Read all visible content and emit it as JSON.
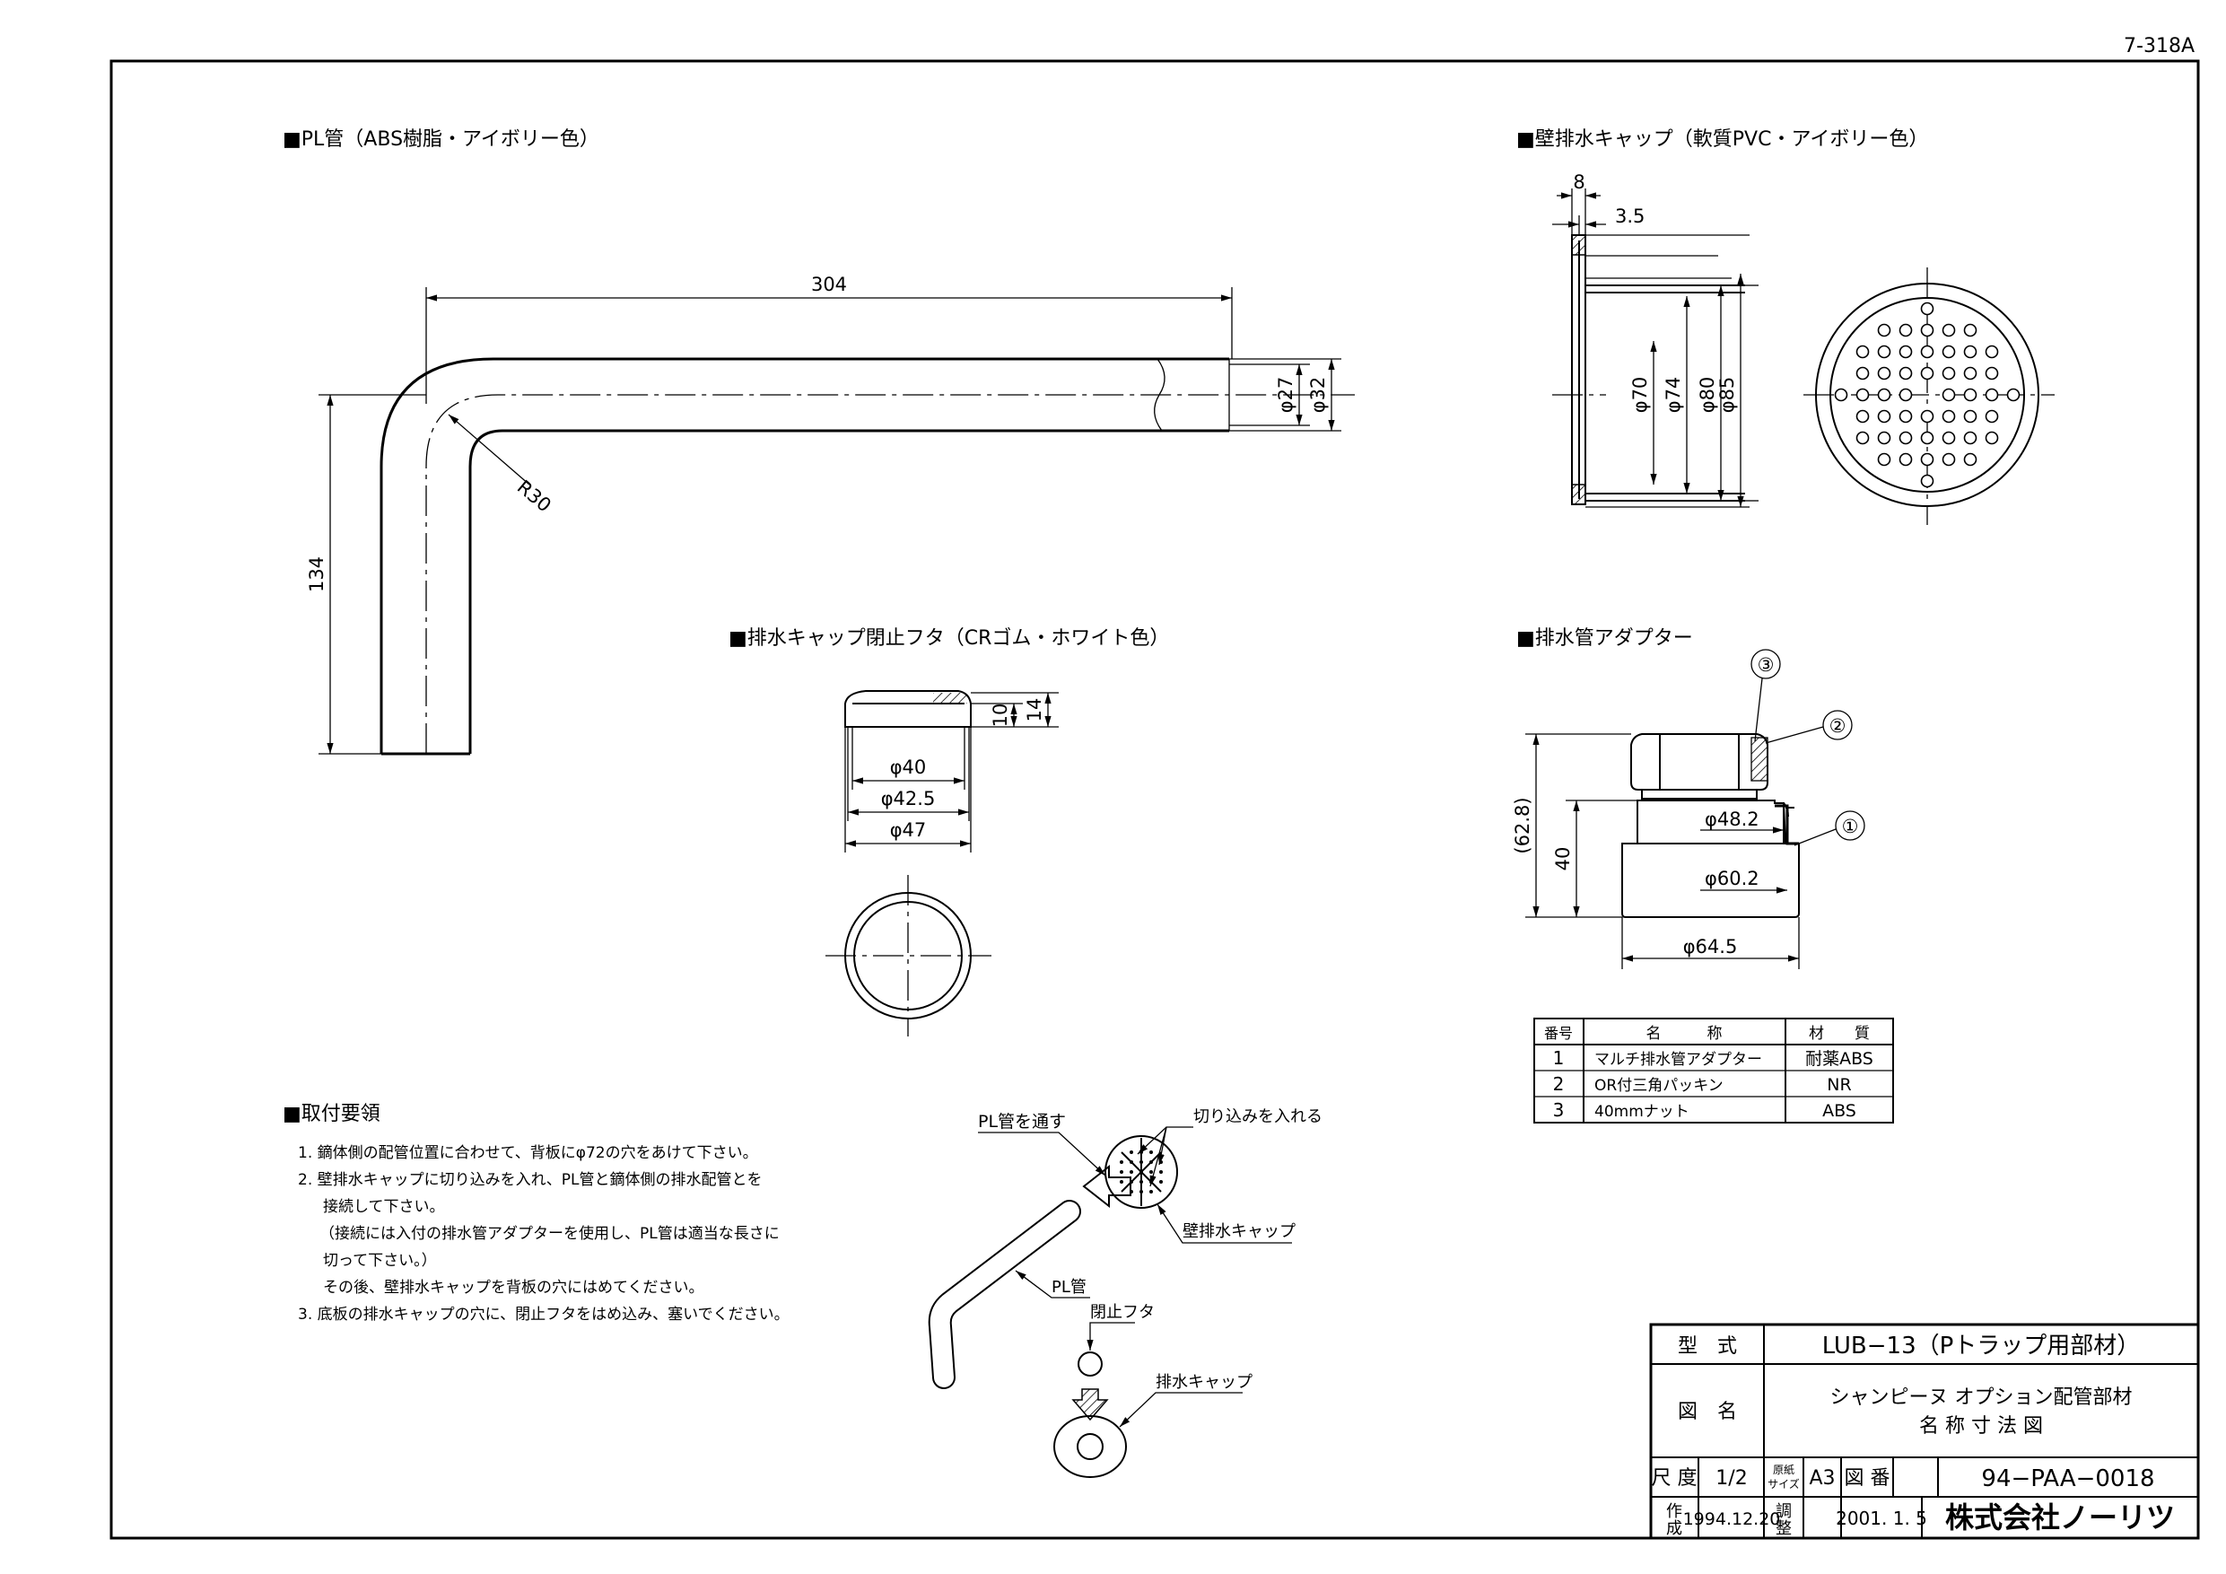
{
  "sheet_code": "7-318A",
  "sections": {
    "pl_pipe": {
      "title": "■PL管（ABS樹脂・アイボリー色）",
      "dims": {
        "length": "304",
        "height": "134",
        "radius": "R30",
        "inner_dia": "φ27",
        "outer_dia": "φ32"
      }
    },
    "wall_cap": {
      "title": "■壁排水キャップ（軟質PVC・アイボリー色）",
      "dims": {
        "flange": "8",
        "wall": "3.5",
        "d1": "φ70",
        "d2": "φ74",
        "d3": "φ80",
        "d4": "φ85"
      }
    },
    "lid": {
      "title": "■排水キャップ閉止フタ（CRゴム・ホワイト色）",
      "dims": {
        "h1": "10",
        "h2": "14",
        "d1": "φ40",
        "d2": "φ42.5",
        "d3": "φ47"
      }
    },
    "adapter": {
      "title": "■排水管アダプター",
      "dims": {
        "total": "(62.8)",
        "lower": "40",
        "d1": "φ48.2",
        "d2": "φ60.2",
        "d3": "φ64.5"
      },
      "balloons": [
        "③",
        "②",
        "①"
      ]
    }
  },
  "parts_table": {
    "headers": [
      "番号",
      "名　　　称",
      "材　　質"
    ],
    "rows": [
      [
        "1",
        "マルチ排水管アダプター",
        "耐薬ABS"
      ],
      [
        "2",
        "OR付三角パッキン",
        "NR"
      ],
      [
        "3",
        "40mmナット",
        "ABS"
      ]
    ]
  },
  "install": {
    "title": "■取付要領",
    "steps": [
      "1. 鏑体側の配管位置に合わせて、背板にφ72の穴をあけて下さい。",
      "2. 壁排水キャップに切り込みを入れ、PL管と鏑体側の排水配管とを",
      "接続して下さい。",
      "（接続には入付の排水管アダプターを使用し、PL管は適当な長さに",
      "切って下さい。）",
      "その後、壁排水キャップを背板の穴にはめてください。",
      "3. 底板の排水キャップの穴に、閉止フタをはめ込み、塞いでください。"
    ],
    "labels": {
      "pass_pipe": "PL管を通す",
      "cut": "切り込みを入れる",
      "wall_cap": "壁排水キャップ",
      "pl_pipe": "PL管",
      "lid": "閉止フタ",
      "drain_cap": "排水キャップ"
    }
  },
  "title_block": {
    "model_label": "型　式",
    "model": "LUB−13（Pトラップ用部材）",
    "name_label": "図　名",
    "name_line1": "シャンピーヌ オプション配管部材",
    "name_line2": "名 称 寸 法 図",
    "scale_label": "尺 度",
    "scale": "1/2",
    "paper_label_top": "原紙",
    "paper_label_bottom": "サイズ",
    "paper": "A3",
    "drawing_no_label": "図 番",
    "drawing_no": "94−PAA−0018",
    "created_label_top": "作",
    "created_label_bottom": "成",
    "created": "1994.12.20",
    "adjusted_label_top": "調",
    "adjusted_label_bottom": "整",
    "adjusted": "2001. 1. 5",
    "company": "株式会社ノーリツ"
  }
}
